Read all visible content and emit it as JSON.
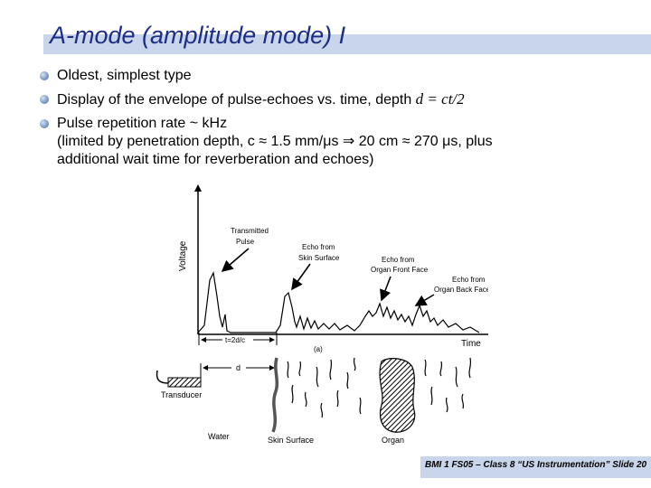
{
  "slide": {
    "title": "A-mode (amplitude mode) I",
    "footer": "BMI 1 FS05 – Class 8 “US Instrumentation” Slide 20"
  },
  "bullets": {
    "b1": "Oldest, simplest type",
    "b2_text": "Display of the envelope of pulse-echoes vs. time, depth ",
    "b2_formula": "d = ct/2",
    "b3_line1": "Pulse repetition rate ~ kHz",
    "b3_line2": "(limited by penetration depth, c ≈ 1.5 mm/μs ⇒ 20 cm ≈ 270 μs, plus",
    "b3_line3": "additional wait time for reverberation and echoes)"
  },
  "figure": {
    "ylabel": "Voltage",
    "xlabel": "Time",
    "transmitted_1": "Transmitted",
    "transmitted_2": "Pulse",
    "echo_skin_1": "Echo from",
    "echo_skin_2": "Skin Surface",
    "echo_front_1": "Echo from",
    "echo_front_2": "Organ Front Face",
    "echo_back_1": "Echo from",
    "echo_back_2": "Organ Back Face",
    "t_label": "t=2d/c",
    "panel_label": "(a)",
    "d_label": "d",
    "transducer": "Transducer",
    "water": "Water",
    "skin_surface": "Skin  Surface",
    "organ": "Organ"
  }
}
